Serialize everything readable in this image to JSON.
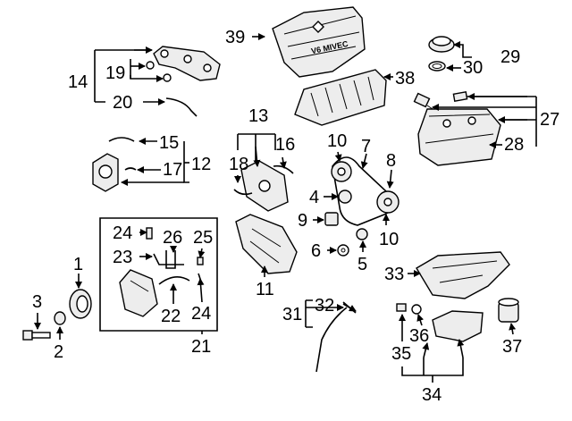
{
  "callouts": {
    "c1": "1",
    "c2": "2",
    "c3": "3",
    "c4": "4",
    "c5": "5",
    "c6": "6",
    "c7": "7",
    "c8": "8",
    "c9": "9",
    "c10a": "10",
    "c10b": "10",
    "c11": "11",
    "c12": "12",
    "c13": "13",
    "c14": "14",
    "c15": "15",
    "c16": "16",
    "c17": "17",
    "c18": "18",
    "c19": "19",
    "c20": "20",
    "c21": "21",
    "c22": "22",
    "c23": "23",
    "c24a": "24",
    "c24b": "24",
    "c25": "25",
    "c26": "26",
    "c27": "27",
    "c28": "28",
    "c29": "29",
    "c30": "30",
    "c31": "31",
    "c32": "32",
    "c33": "33",
    "c34": "34",
    "c35": "35",
    "c36": "36",
    "c37": "37",
    "c38": "38",
    "c39": "39"
  },
  "engine_cover_lettering": "V6 MIVEC"
}
